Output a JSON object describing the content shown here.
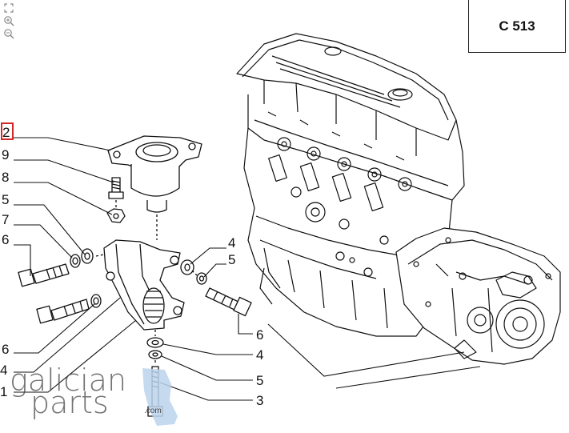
{
  "toolbar": {
    "fit_icon": "fit-to-page-icon",
    "zoom_in_icon": "zoom-in-icon",
    "zoom_out_icon": "zoom-out-icon"
  },
  "diagram": {
    "code": "C 513",
    "callouts": {
      "c2": "2",
      "c9": "9",
      "c8": "8",
      "c5a": "5",
      "c7": "7",
      "c6a": "6",
      "c4a": "4",
      "c5b": "5",
      "c6b": "6",
      "c6c": "6",
      "c4b": "4",
      "c4c": "4",
      "c5c": "5",
      "c1": "1",
      "c3": "3"
    },
    "highlight_color": "#d62828"
  },
  "watermark": {
    "line1": "galician",
    "line2": "parts",
    "suffix": ".com"
  }
}
